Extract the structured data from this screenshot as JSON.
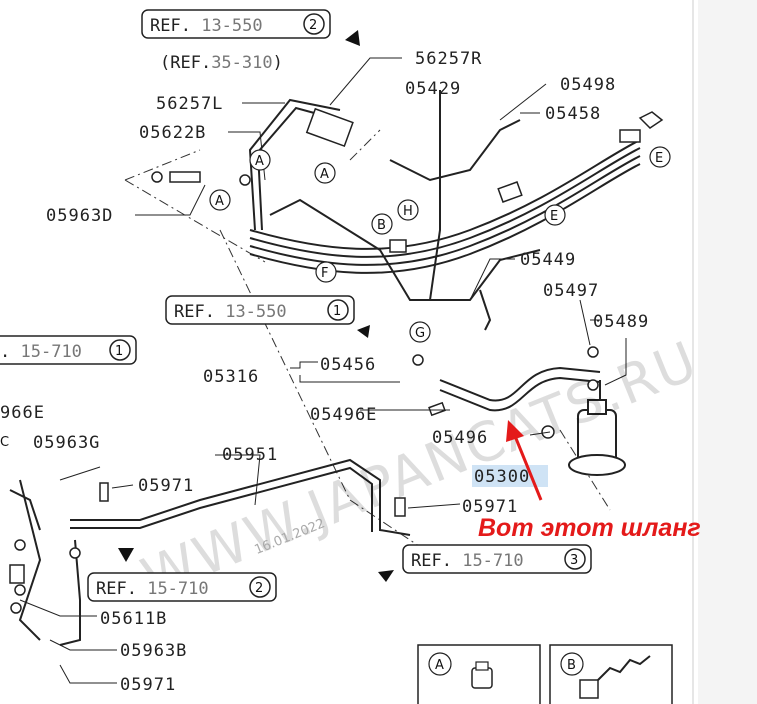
{
  "refs": {
    "top": {
      "prefix": "REF.",
      "num": "13-550",
      "badge": "2"
    },
    "mid": {
      "prefix": "REF.",
      "num": "13-550",
      "badge": "1"
    },
    "left": {
      "prefix": ".",
      "num": "15-710",
      "badge": "1"
    },
    "bottom_left": {
      "prefix": "REF.",
      "num": "15-710",
      "badge": "2"
    },
    "bottom_right": {
      "prefix": "REF.",
      "num": "15-710",
      "badge": "3"
    },
    "paren": {
      "prefix": "(REF.",
      "num": "35-310",
      "suffix": ")"
    }
  },
  "parts": {
    "p56257R": "56257R",
    "p05429": "05429",
    "p05498": "05498",
    "p05458": "05458",
    "p56257L": "56257L",
    "p05622B": "05622B",
    "p05963D": "05963D",
    "p05449": "05449",
    "p05497": "05497",
    "p05489": "05489",
    "p05316": "05316",
    "p05456": "05456",
    "p05496E": "05496E",
    "p05496": "05496",
    "p05300": "05300",
    "p966E": "966E",
    "p05963G": "05963G",
    "p05951": "05951",
    "p05971a": "05971",
    "p05971b": "05971",
    "p05611B": "05611B",
    "p05963B": "05963B",
    "p05971c": "05971"
  },
  "callouts": {
    "A": "A",
    "B": "B",
    "E": "E",
    "F": "F",
    "G": "G",
    "H": "H",
    "C": "C"
  },
  "watermark": "WWW.JAPANCATS.RU",
  "date": "16.01.2022",
  "annotation": "Вот этот шланг",
  "colors": {
    "annotation": "#e41a1a",
    "highlight": "#cfe3f5",
    "line": "#222222"
  }
}
